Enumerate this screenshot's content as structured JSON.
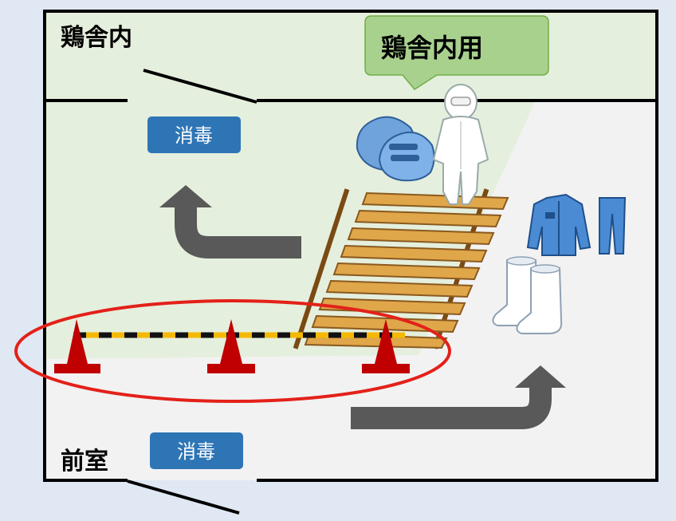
{
  "labels": {
    "inner_area": "鶏舎内",
    "inner_use": "鶏舎内用",
    "front_room": "前室",
    "disinfect_top": "消毒",
    "disinfect_bottom": "消毒"
  },
  "colors": {
    "background": "#dfe8f3",
    "inner_floor": "#e5efdd",
    "front_floor": "#f2f2f2",
    "badge": "#2e75b6",
    "callout": "#a9d18e",
    "arrow": "#595959",
    "barrier_circle": "#e32119",
    "cone": "#c00000"
  },
  "icons": [
    "shoes-icon",
    "protective-suit-icon",
    "duckboard-icon",
    "work-clothes-icon",
    "rubber-boots-icon",
    "traffic-cone-icon",
    "barrier-bar-icon",
    "arrow-up-left-icon",
    "arrow-up-right-icon"
  ]
}
